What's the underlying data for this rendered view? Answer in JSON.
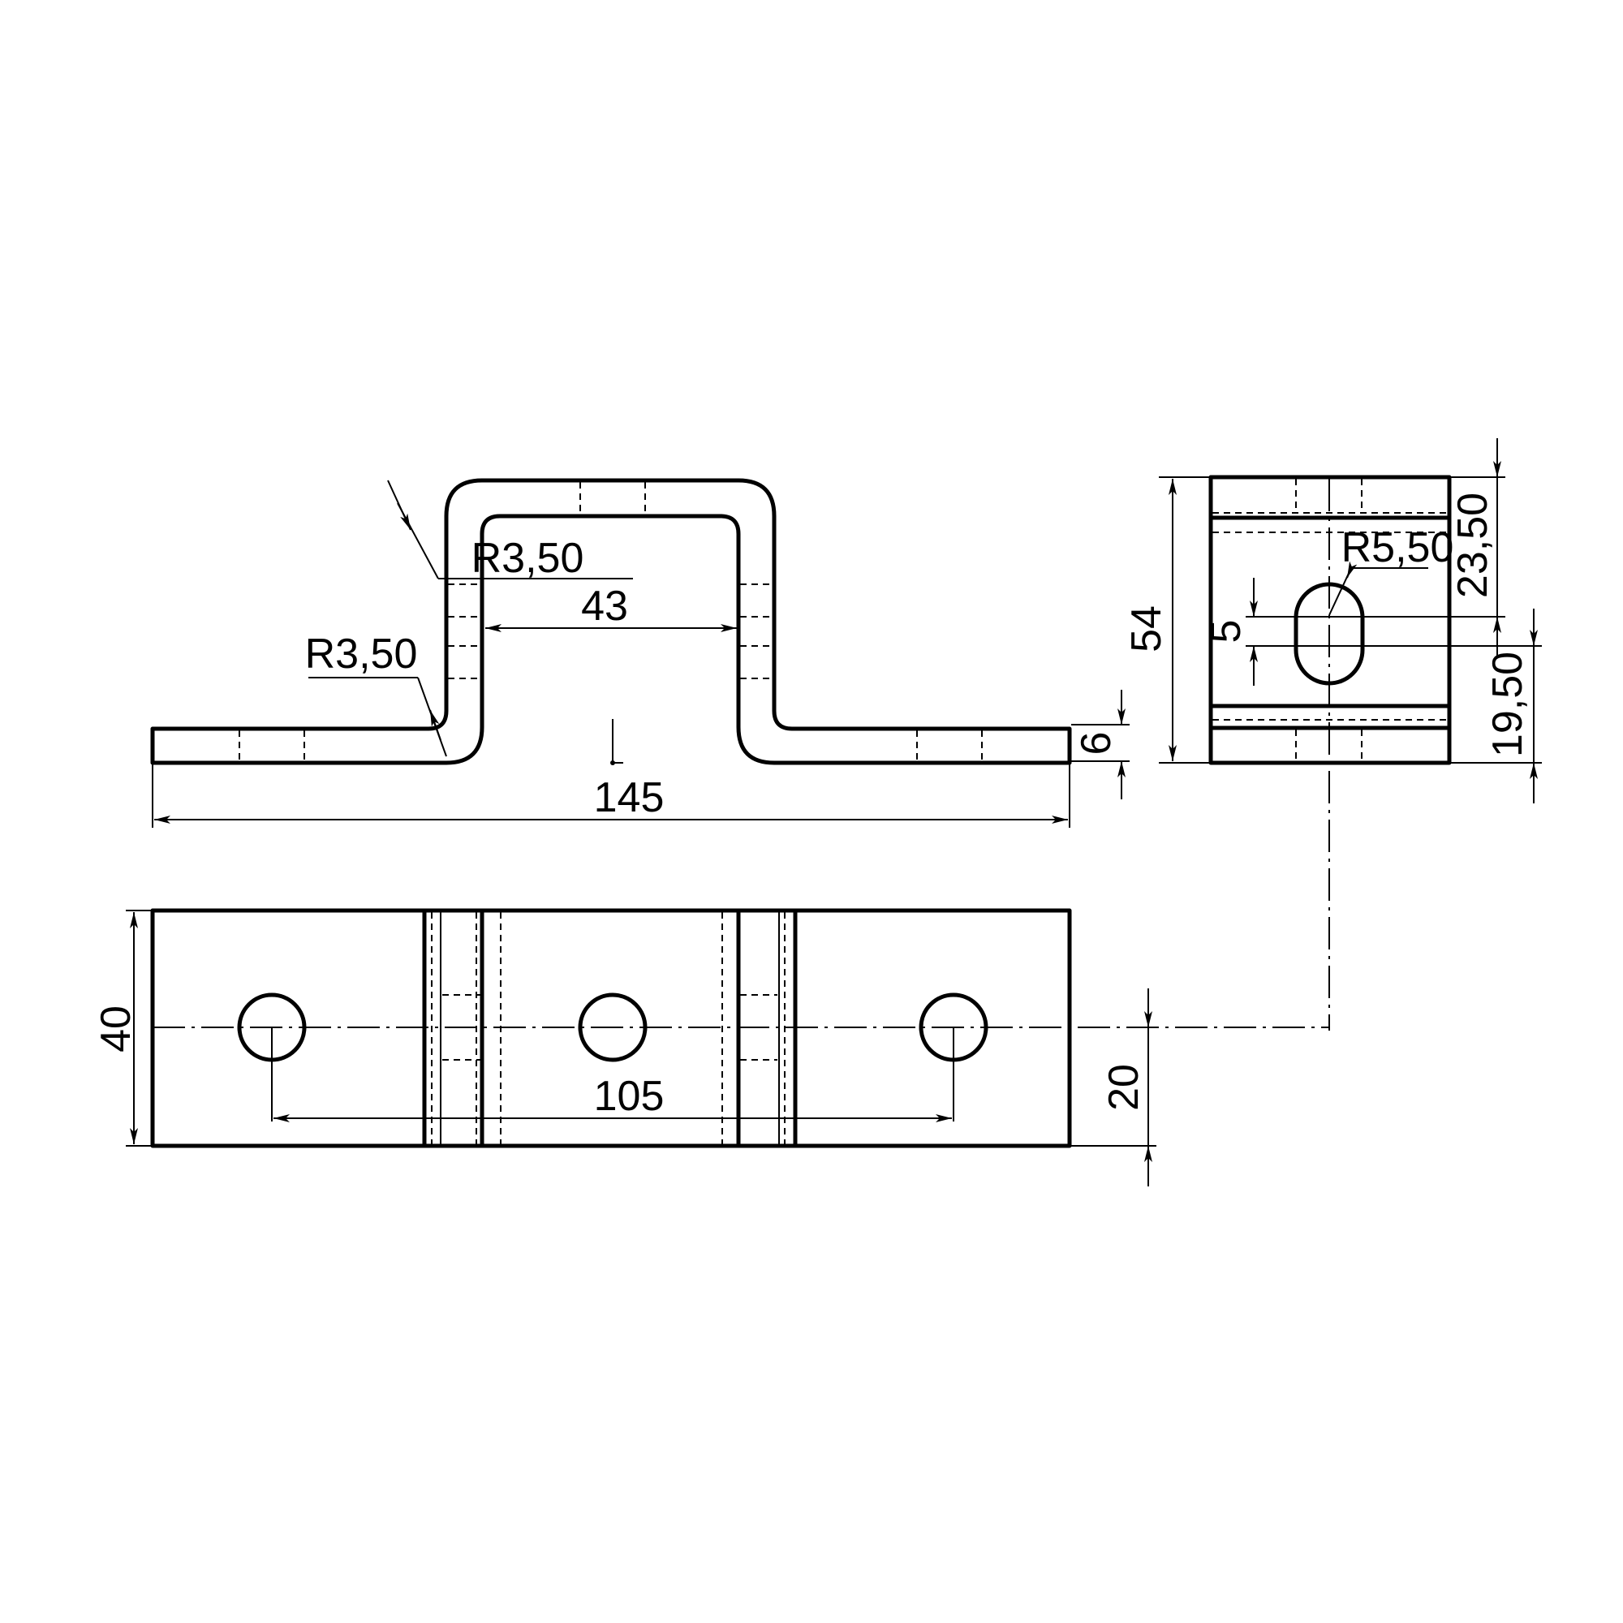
{
  "drawing": {
    "front_view": {
      "labels": {
        "radius_inner": "R3,50",
        "radius_outer": "R3,50",
        "inner_width": "43",
        "overall_length": "145",
        "thickness": "6"
      }
    },
    "side_view": {
      "labels": {
        "height": "54",
        "slot_radius": "R5,50",
        "slot_length": "5",
        "top_to_slot": "23,50",
        "slot_to_bottom": "19,50"
      }
    },
    "top_view": {
      "labels": {
        "width": "40",
        "hole_spacing": "105",
        "centerline_offset": "20"
      },
      "holes": 3
    },
    "colors": {
      "line": "#000000",
      "background": "#ffffff"
    }
  }
}
